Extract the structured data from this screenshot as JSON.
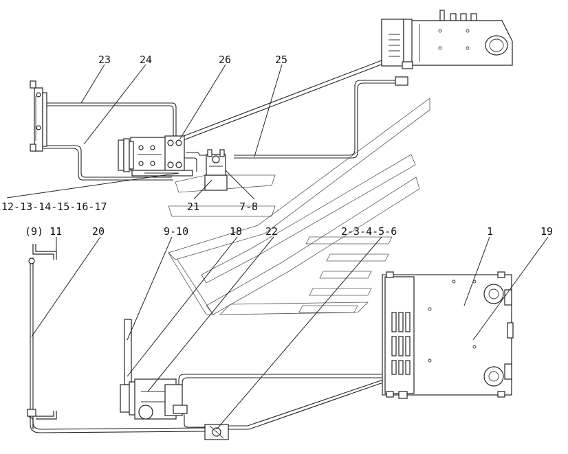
{
  "callouts": {
    "c23": "23",
    "c24": "24",
    "c26": "26",
    "c25": "25",
    "c12_17": "12-13-14-15-16-17",
    "c21": "21",
    "c7_8": "7-8",
    "c9_11": "(9) 11",
    "c20": "20",
    "c9_10": "9-10",
    "c18": "18",
    "c22": "22",
    "c2_6": "2-3-4-5-6",
    "c1": "1",
    "c19": "19"
  }
}
